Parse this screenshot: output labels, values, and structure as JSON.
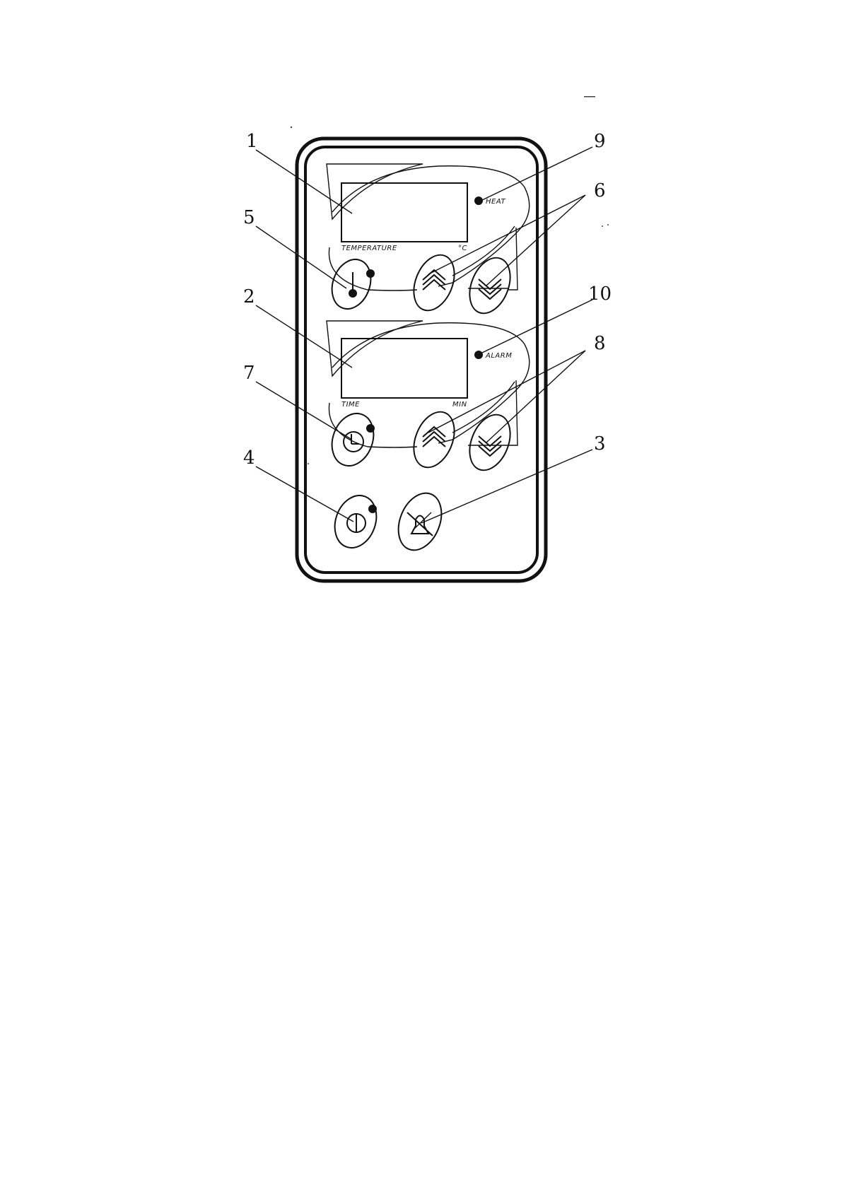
{
  "callouts": {
    "n1": "1",
    "n2": "2",
    "n3": "3",
    "n4": "4",
    "n5": "5",
    "n6": "6",
    "n7": "7",
    "n8": "8",
    "n9": "9",
    "n10": "10"
  },
  "temperature_section": {
    "label": "TEMPERATURE",
    "unit": "°C",
    "indicator": "HEAT"
  },
  "time_section": {
    "label": "TIME",
    "unit": "MIN",
    "indicator": "ALARM"
  },
  "icons": {
    "temperature_button": "thermometer-icon",
    "time_button": "clock-icon",
    "power_button": "power-icon",
    "alarm_mute_button": "bell-muted-icon",
    "up_buttons": "chevron-up-double-icon",
    "down_buttons": "chevron-down-double-icon"
  }
}
